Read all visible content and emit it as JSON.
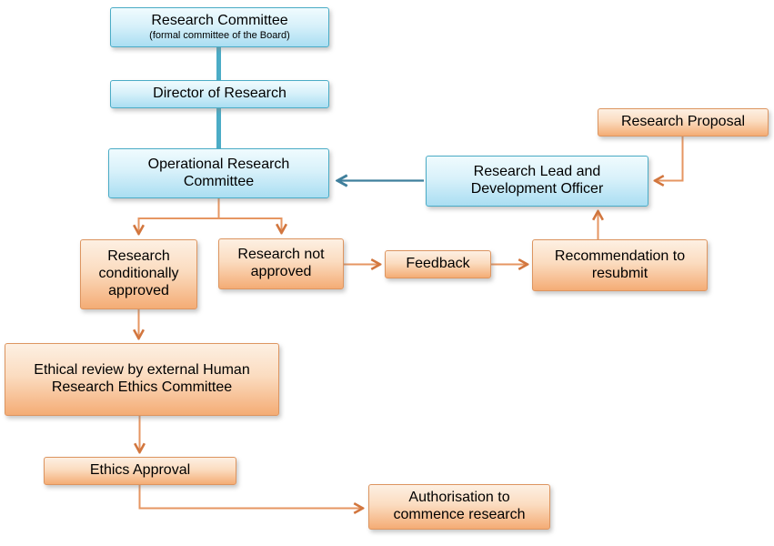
{
  "colors": {
    "blue_border": "#4bacc6",
    "blue_fill_top": "#f0fbfe",
    "blue_fill_bottom": "#aadef2",
    "orange_border": "#dd9560",
    "orange_fill_top": "#fdf0e3",
    "orange_fill_bottom": "#f4ac75",
    "teal_connector": "#4bacc6",
    "teal_arrow": "#3f7f9c",
    "orange_connector": "#e69662",
    "orange_arrowhead": "#d2763e"
  },
  "nodes": {
    "research_committee": {
      "label": "Research Committee",
      "sublabel": "(formal  committee of the Board)"
    },
    "director_of_research": {
      "label": "Director of Research"
    },
    "operational_research_committee": {
      "label": "Operational Research Committee"
    },
    "research_proposal": {
      "label": "Research Proposal"
    },
    "research_lead_dev_officer": {
      "label": "Research Lead and Development Officer"
    },
    "research_conditionally_approved": {
      "label": "Research conditionally approved"
    },
    "research_not_approved": {
      "label": "Research not approved"
    },
    "feedback": {
      "label": "Feedback"
    },
    "recommendation_to_resubmit": {
      "label": "Recommendation to resubmit"
    },
    "ethical_review": {
      "label": "Ethical review by external Human Research Ethics Committee"
    },
    "ethics_approval": {
      "label": "Ethics Approval"
    },
    "authorisation": {
      "label": "Authorisation to commence research"
    }
  },
  "edges": [
    {
      "from": "research_committee",
      "to": "director_of_research",
      "style": "teal-line"
    },
    {
      "from": "director_of_research",
      "to": "operational_research_committee",
      "style": "teal-line"
    },
    {
      "from": "research_lead_dev_officer",
      "to": "operational_research_committee",
      "style": "teal-arrow"
    },
    {
      "from": "operational_research_committee",
      "to": "research_conditionally_approved",
      "style": "orange-arrow"
    },
    {
      "from": "operational_research_committee",
      "to": "research_not_approved",
      "style": "orange-arrow"
    },
    {
      "from": "research_not_approved",
      "to": "feedback",
      "style": "orange-arrow"
    },
    {
      "from": "feedback",
      "to": "recommendation_to_resubmit",
      "style": "orange-arrow"
    },
    {
      "from": "recommendation_to_resubmit",
      "to": "research_lead_dev_officer",
      "style": "orange-arrow"
    },
    {
      "from": "research_proposal",
      "to": "research_lead_dev_officer",
      "style": "orange-arrow"
    },
    {
      "from": "research_conditionally_approved",
      "to": "ethical_review",
      "style": "orange-arrow"
    },
    {
      "from": "ethical_review",
      "to": "ethics_approval",
      "style": "orange-arrow"
    },
    {
      "from": "ethics_approval",
      "to": "authorisation",
      "style": "orange-arrow"
    }
  ]
}
